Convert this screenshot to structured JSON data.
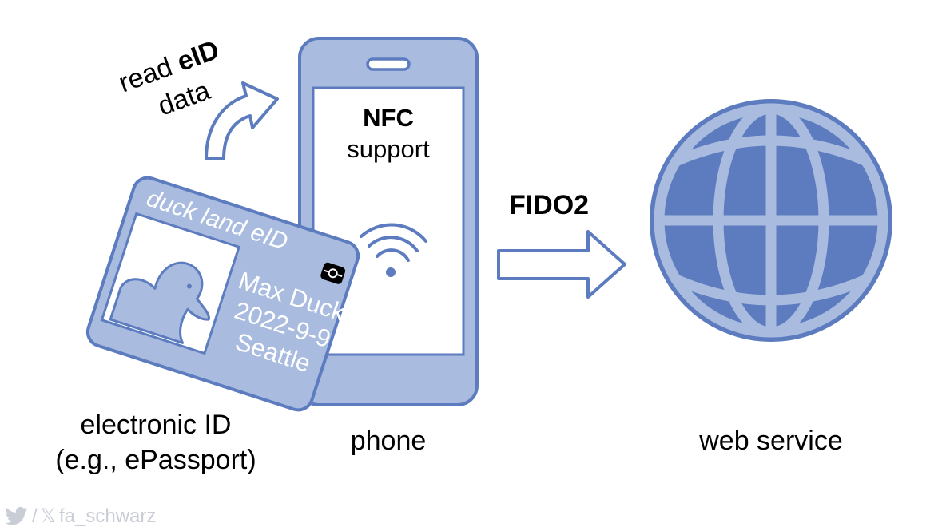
{
  "read_arrow_label": {
    "line1_prefix": "read",
    "line1_bold": "eID",
    "line2": "data"
  },
  "phone": {
    "screen_title": "NFC",
    "screen_subtitle": "support",
    "label": "phone"
  },
  "id_card": {
    "header": "duck land eID",
    "name": "Max Duck",
    "date": "2022-9-9",
    "city": "Seattle",
    "label_line1": "electronic ID",
    "label_line2": "(e.g., ePassport)"
  },
  "protocol_arrow": {
    "label": "FIDO2"
  },
  "web_service": {
    "label": "web service"
  },
  "credit": {
    "separator": "/",
    "x_glyph": "𝕏",
    "handle": "fa_schwarz"
  },
  "colors": {
    "fill": "#a9bcdf",
    "stroke": "#5c7cbf",
    "text": "#000000",
    "credit": "#c9cdd5"
  },
  "icons": [
    "nfc-waves-icon",
    "chip-icon",
    "duck-icon",
    "globe-icon",
    "twitter-bird-icon",
    "x-logo-icon"
  ]
}
